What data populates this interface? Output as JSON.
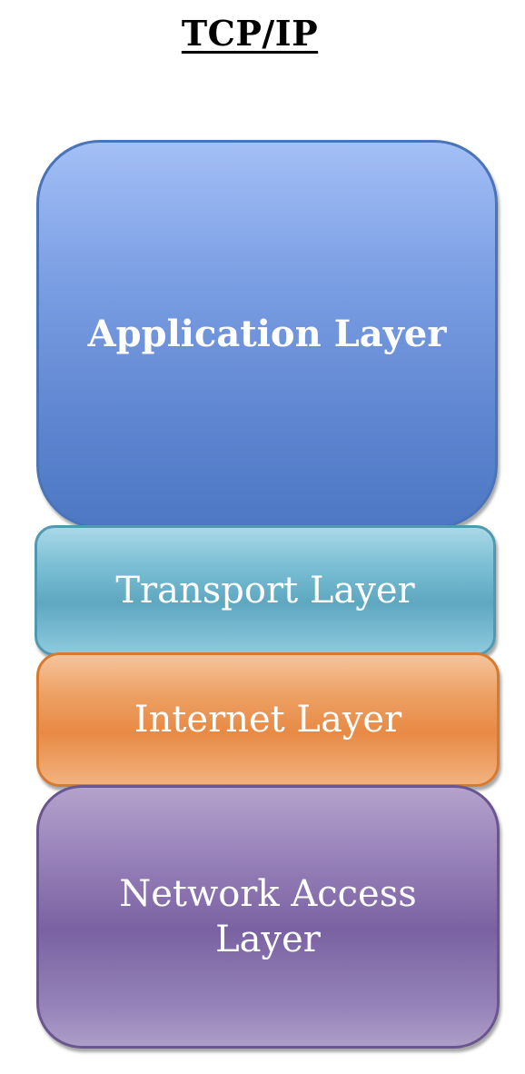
{
  "title": "TCP/IP",
  "layers": [
    {
      "id": "application",
      "label": "Application Layer",
      "color": "#5c84cf"
    },
    {
      "id": "transport",
      "label": "Transport Layer",
      "color": "#5ea7c0"
    },
    {
      "id": "internet",
      "label": "Internet Layer",
      "color": "#e88a45"
    },
    {
      "id": "network_access",
      "label_line1": "Network Access",
      "label_line2": "Layer",
      "color": "#7a62a2"
    }
  ]
}
